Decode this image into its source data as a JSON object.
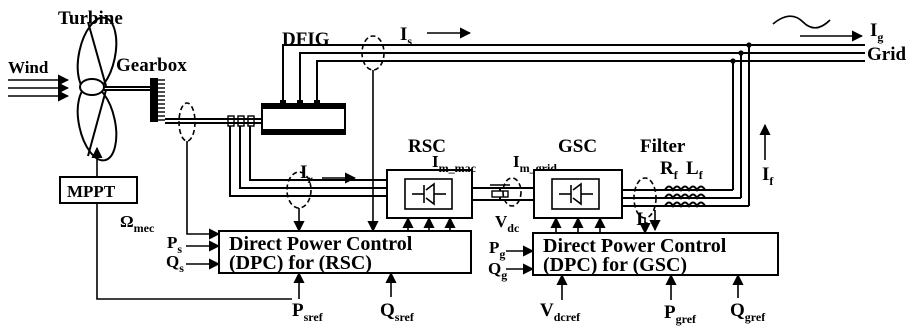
{
  "labels": {
    "turbine": "Turbine",
    "wind": "Wind",
    "gearbox": "Gearbox",
    "dfig": "DFIG",
    "is_main": "I",
    "is_sub": "s",
    "ig_main": "I",
    "ig_sub": "g",
    "grid": "Grid",
    "rsc": "RSC",
    "gsc": "GSC",
    "filter": "Filter",
    "rf_main": "R",
    "rf_sub": "f",
    "lf_main": "L",
    "lf_sub": "f",
    "if_right_main": "I",
    "if_right_sub": "f",
    "if_mid_main": "I",
    "if_mid_sub": "f",
    "ir_main": "I",
    "ir_sub": "r",
    "im_mac_main": "I",
    "im_mac_sub": "m_mac",
    "im_grid_main": "I",
    "im_grid_sub": "m_grid",
    "vdc_main": "V",
    "vdc_sub": "dc",
    "mppt": "MPPT",
    "omega_main": "Ω",
    "omega_sub": "mec",
    "ps_main": "P",
    "ps_sub": "s",
    "qs_main": "Q",
    "qs_sub": "s",
    "pg_main": "P",
    "pg_sub": "g",
    "qg_main": "Q",
    "qg_sub": "g",
    "psref_main": "P",
    "psref_sub": "sref",
    "qsref_main": "Q",
    "qsref_sub": "sref",
    "vdcref_main": "V",
    "vdcref_sub": "dcref",
    "pgref_main": "P",
    "pgref_sub": "gref",
    "qgref_main": "Q",
    "qgref_sub": "gref"
  },
  "dpc_rsc": {
    "line1": "Direct Power Control",
    "line2": "(DPC) for (RSC)"
  },
  "dpc_gsc": {
    "line1": "Direct Power Control",
    "line2": "(DPC) for (GSC)"
  }
}
